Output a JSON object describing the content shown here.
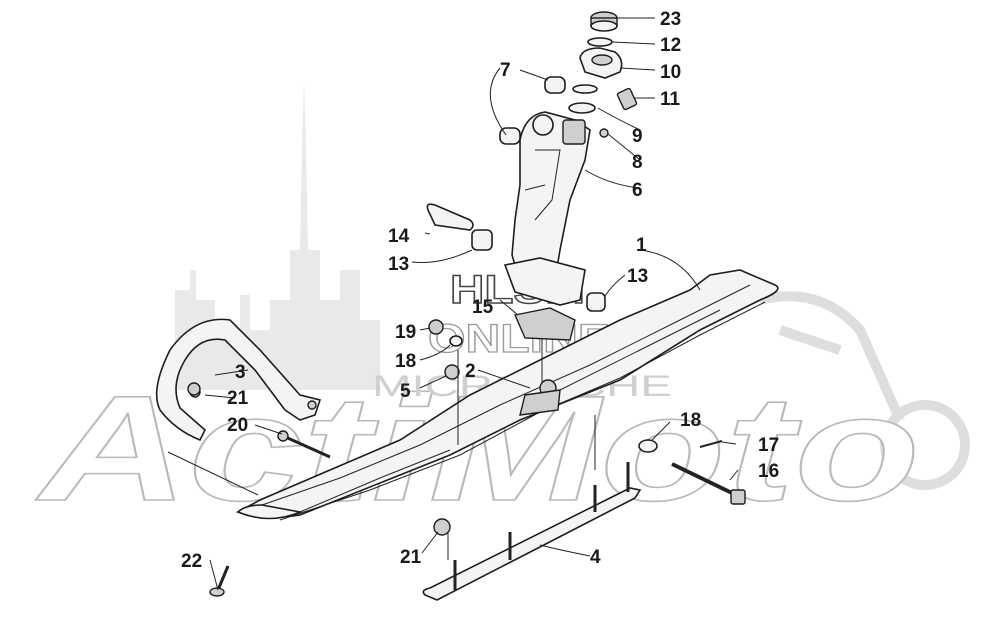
{
  "diagram": {
    "watermark": {
      "brand": "ActiMoto",
      "site_line1": "HLSM",
      "site_line2": "ONLINE",
      "site_line3": "MICROFICHE"
    },
    "callouts": [
      "23",
      "12",
      "10",
      "11",
      "9",
      "8",
      "6",
      "7",
      "14",
      "13",
      "1",
      "13",
      "15",
      "19",
      "18",
      "5",
      "2",
      "3",
      "21",
      "20",
      "18",
      "17",
      "16",
      "22",
      "21",
      "4"
    ]
  }
}
